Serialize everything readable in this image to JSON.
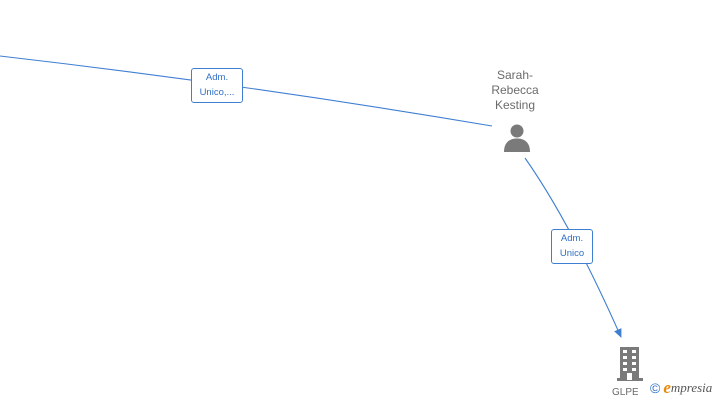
{
  "diagram": {
    "edges": [
      {
        "label_line1": "Adm.",
        "label_line2": "Unico,..."
      },
      {
        "label_line1": "Adm.",
        "label_line2": "Unico"
      }
    ],
    "person": {
      "name_line1": "Sarah-",
      "name_line2": "Rebecca",
      "name_line3": "Kesting",
      "icon": "person-icon"
    },
    "company": {
      "name": "GLPE",
      "icon": "building-icon"
    },
    "brand": {
      "copyright": "©",
      "initial": "e",
      "rest": "mpresia"
    },
    "colors": {
      "edge": "#3f7fd2",
      "label_text": "#2f6fc7",
      "icon": "#7a7a7a",
      "brand_accent": "#e8890c"
    }
  }
}
